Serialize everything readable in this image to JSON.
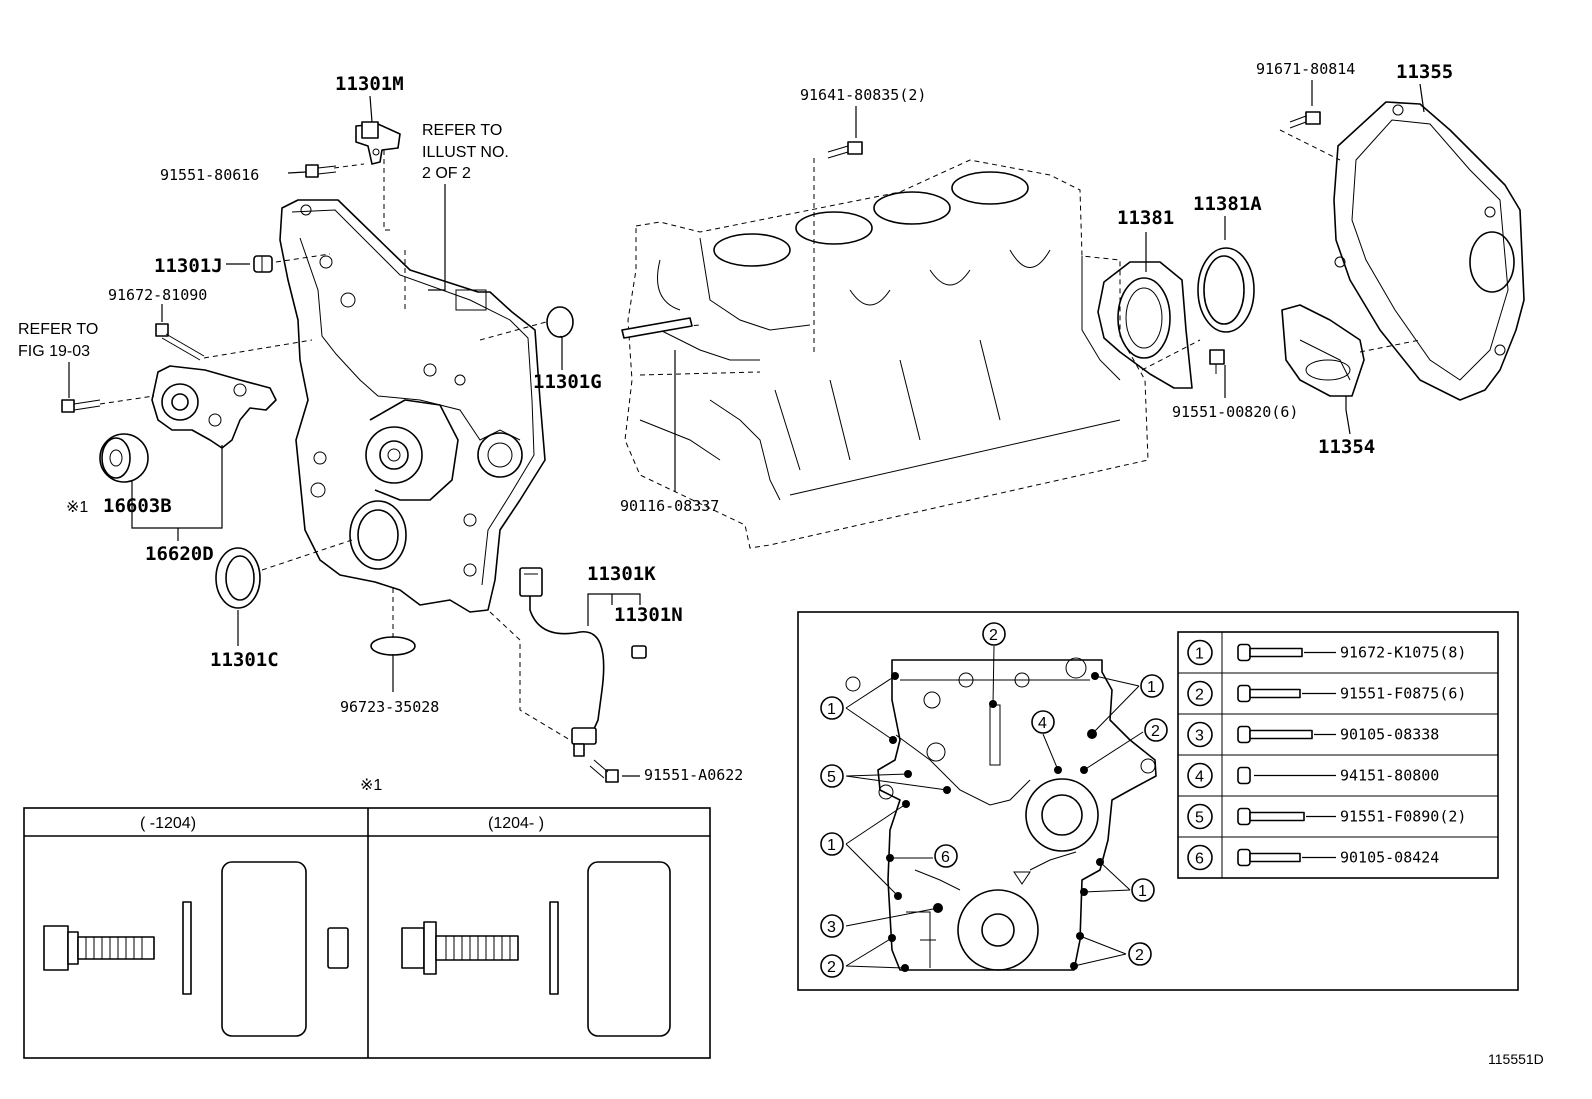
{
  "parts": {
    "p11301M": "11301M",
    "p91551_80616": "91551-80616",
    "p11301J": "11301J",
    "p91672_81090": "91672-81090",
    "p16603B": "16603B",
    "p16620D": "16620D",
    "p11301C": "11301C",
    "p11301G": "11301G",
    "p96723_35028": "96723-35028",
    "p11301K": "11301K",
    "p11301N": "11301N",
    "p91551_A0622": "91551-A0622",
    "p90116_08337": "90116-08337",
    "p91641_80835": "91641-80835(2)",
    "p11381": "11381",
    "p11381A": "11381A",
    "p91551_00820": "91551-00820(6)",
    "p11354": "11354",
    "p91671_80814": "91671-80814",
    "p11355": "11355"
  },
  "notes": {
    "refer_illust_1": "REFER TO",
    "refer_illust_2": "ILLUST NO.",
    "refer_illust_3": "2 OF 2",
    "refer_fig_1": "REFER TO",
    "refer_fig_2": "FIG 19-03",
    "mark_1": "※1",
    "mark_1b": "※1"
  },
  "variant_box": {
    "left_header": "(     -1204)",
    "right_header": "(1204-     )"
  },
  "bolt_table": [
    {
      "no": "1",
      "part": "91672-K1075(8)"
    },
    {
      "no": "2",
      "part": "91551-F0875(6)"
    },
    {
      "no": "3",
      "part": "90105-08338"
    },
    {
      "no": "4",
      "part": "94151-80800"
    },
    {
      "no": "5",
      "part": "91551-F0890(2)"
    },
    {
      "no": "6",
      "part": "90105-08424"
    }
  ],
  "diagram_id": "115551D"
}
